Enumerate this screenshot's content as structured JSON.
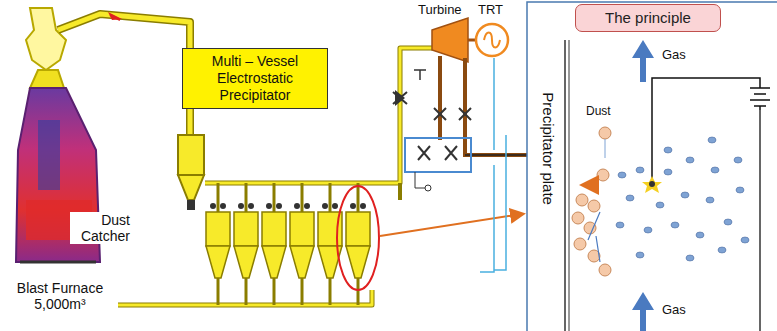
{
  "diagram": {
    "nodes": [
      {
        "text": [
          "Multi – Vessel Electrostatic Precipitator"
        ]
      },
      {
        "text": [
          "The principle"
        ]
      }
    ],
    "labels": [
      "Turbine",
      "TRT",
      "Dust Catcher",
      "Blast Furnace 5,000m³",
      "Gas",
      "Dust",
      "Precipitator plate",
      "Gas"
    ]
  }
}
